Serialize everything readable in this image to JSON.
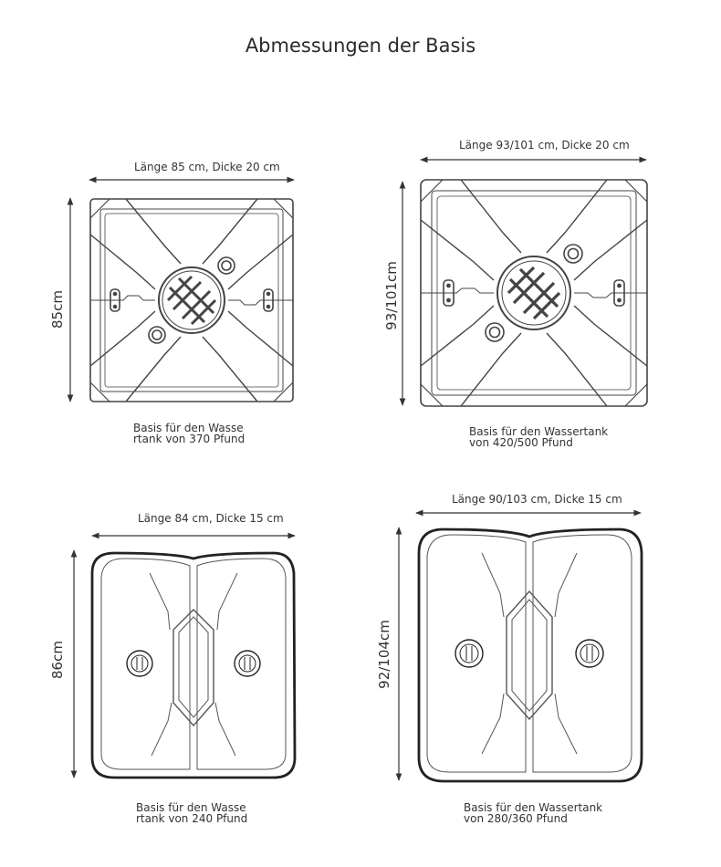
{
  "title": "Abmessungen der Basis",
  "bases": [
    {
      "width_label": "Länge 85 cm, Dicke 20 cm",
      "height_label": "85cm",
      "caption": [
        "Basis für den Wasse",
        "rtank von 370 Pfund"
      ]
    },
    {
      "width_label": "Länge 93/101 cm, Dicke 20 cm",
      "height_label": "93/101cm",
      "caption": [
        "Basis für den Wassertank",
        "von 420/500 Pfund"
      ]
    },
    {
      "width_label": "Länge 84 cm, Dicke 15 cm",
      "height_label": "86cm",
      "caption": [
        "Basis für den Wasse",
        "rtank von 240 Pfund"
      ]
    },
    {
      "width_label": "Länge 90/103 cm, Dicke 15 cm",
      "height_label": "92/104cm",
      "caption": [
        "Basis für den Wassertank",
        "von 280/360 Pfund"
      ]
    }
  ]
}
